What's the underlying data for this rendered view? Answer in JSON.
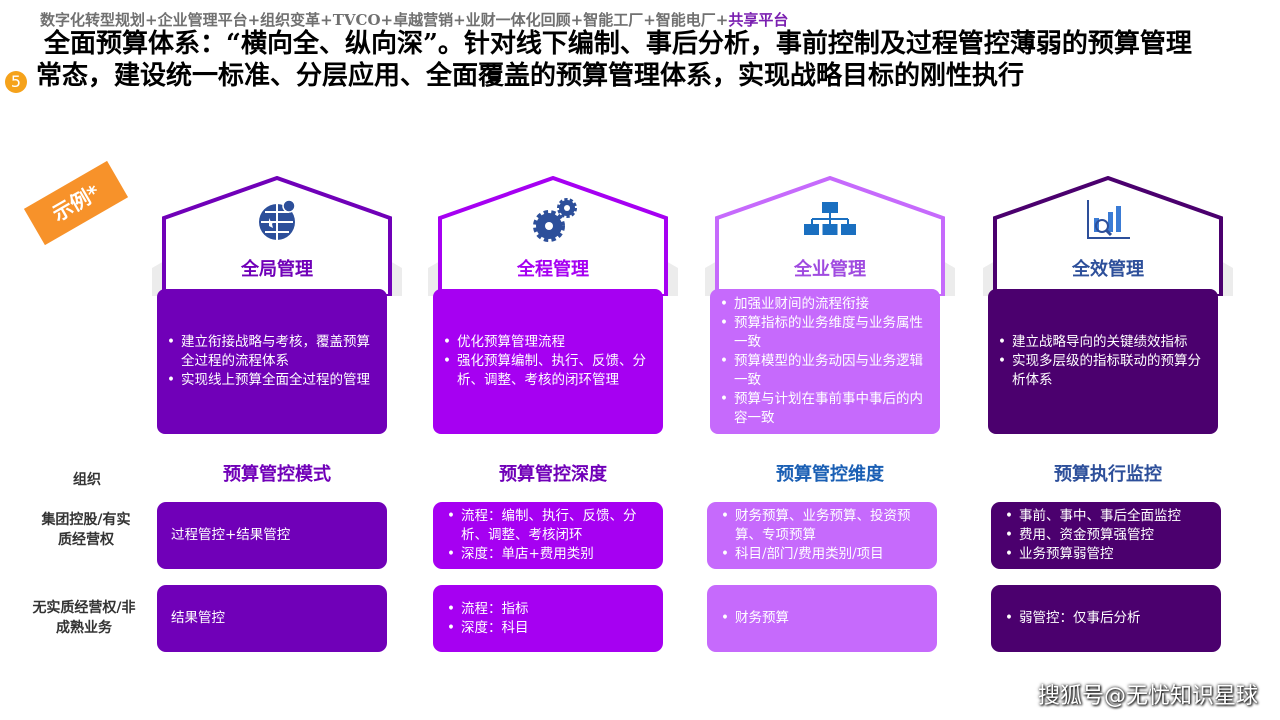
{
  "topline": {
    "main": "数字化转型规划+企业管理平台+组织变革+TVCO+卓越营销+业财一体化回顾+智能工厂+智能电厂+",
    "highlight": "共享平台"
  },
  "title": "全面预算体系：“横向全、纵向深”。针对线下编制、事后分析，事前控制及过程管控薄弱的预算管理常态，建设统一标准、分层应用、全面覆盖的预算管理体系，实现战略目标的刚性执行",
  "section_number": "5",
  "badge": "示例*",
  "colors": {
    "c1": "#7000b8",
    "c2": "#a600f2",
    "c3": "#c66afc",
    "c4": "#4b006e",
    "icon": "#2d4f9a"
  },
  "columns": [
    {
      "title": "全局管理",
      "icon": "globe-map-icon",
      "bullets": [
        "建立衔接战略与考核，覆盖预算全过程的流程体系",
        "实现线上预算全面全过程的管理"
      ],
      "section": "预算管控模式",
      "row1": [
        "过程管控+结果管控"
      ],
      "row2": [
        "结果管控"
      ]
    },
    {
      "title": "全程管理",
      "icon": "gears-icon",
      "bullets": [
        "优化预算管理流程",
        "强化预算编制、执行、反馈、分析、调整、考核的闭环管理"
      ],
      "section": "预算管控深度",
      "row1": [
        "流程：编制、执行、反馈、分析、调整、考核闭环",
        "深度：单店+费用类别"
      ],
      "row2": [
        "流程：指标",
        "深度：科目"
      ]
    },
    {
      "title": "全业管理",
      "icon": "org-chart-icon",
      "bullets": [
        "加强业财间的流程衔接",
        "预算指标的业务维度与业务属性一致",
        "预算模型的业务动因与业务逻辑一致",
        "预算与计划在事前事中事后的内容一致"
      ],
      "section": "预算管控维度",
      "row1": [
        "财务预算、业务预算、投资预算、专项预算",
        "科目/部门/费用类别/项目"
      ],
      "row2": [
        "财务预算"
      ]
    },
    {
      "title": "全效管理",
      "icon": "chart-search-icon",
      "bullets": [
        "建立战略导向的关键绩效指标",
        "实现多层级的指标联动的预算分析体系"
      ],
      "section": "预算执行监控",
      "row1": [
        "事前、事中、事后全面监控",
        "费用、资金预算强管控",
        "业务预算弱管控"
      ],
      "row2": [
        "弱管控：仅事后分析"
      ]
    }
  ],
  "row_labels": {
    "header": "组织",
    "row1": "集团控股/有实质经营权",
    "row2": "无实质经营权/非成熟业务"
  },
  "watermark": "搜狐号@无忧知识星球"
}
